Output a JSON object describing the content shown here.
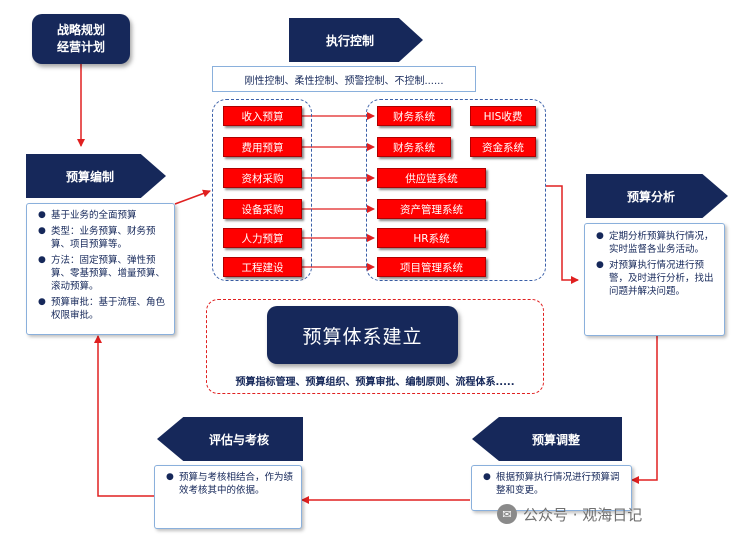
{
  "strategy": {
    "line1": "战略规划",
    "line2": "经营计划"
  },
  "execution": {
    "title": "执行控制",
    "controls": "刚性控制、柔性控制、预警控制、不控制......",
    "budgets": [
      "收入预算",
      "费用预算",
      "资材采购",
      "设备采购",
      "人力预算",
      "工程建设"
    ],
    "systems": [
      "财务系统",
      "HIS收费",
      "财务系统",
      "资金系统",
      "供应链系统",
      "资产管理系统",
      "HR系统",
      "项目管理系统"
    ]
  },
  "compile": {
    "title": "预算编制",
    "items": [
      "基于业务的全面预算",
      "类型：业务预算、财务预算、项目预算等。",
      "方法：固定预算、弹性预算、零基预算、增量预算、滚动预算。",
      "预算审批：基于流程、角色权限审批。"
    ]
  },
  "analysis": {
    "title": "预算分析",
    "items": [
      "定期分析预算执行情况，实时监督各业务活动。",
      "对预算执行情况进行预警，及时进行分析，找出问题并解决问题。"
    ]
  },
  "system": {
    "title": "预算体系建立",
    "items": "预算指标管理、预算组织、预算审批、编制原则、流程体系....."
  },
  "adjust": {
    "title": "预算调整",
    "items": [
      "根据预算执行情况进行预算调整和变更。"
    ]
  },
  "evaluate": {
    "title": "评估与考核",
    "items": [
      "预算与考核相结合，作为绩效考核其中的依据。"
    ]
  },
  "watermark": {
    "text": "公众号 · 观海日记",
    "icon": "wechat-icon"
  },
  "colors": {
    "navy": "#16285a",
    "red": "#ff0000",
    "arrow": "#e02020",
    "card_border": "#8ab0dc"
  }
}
